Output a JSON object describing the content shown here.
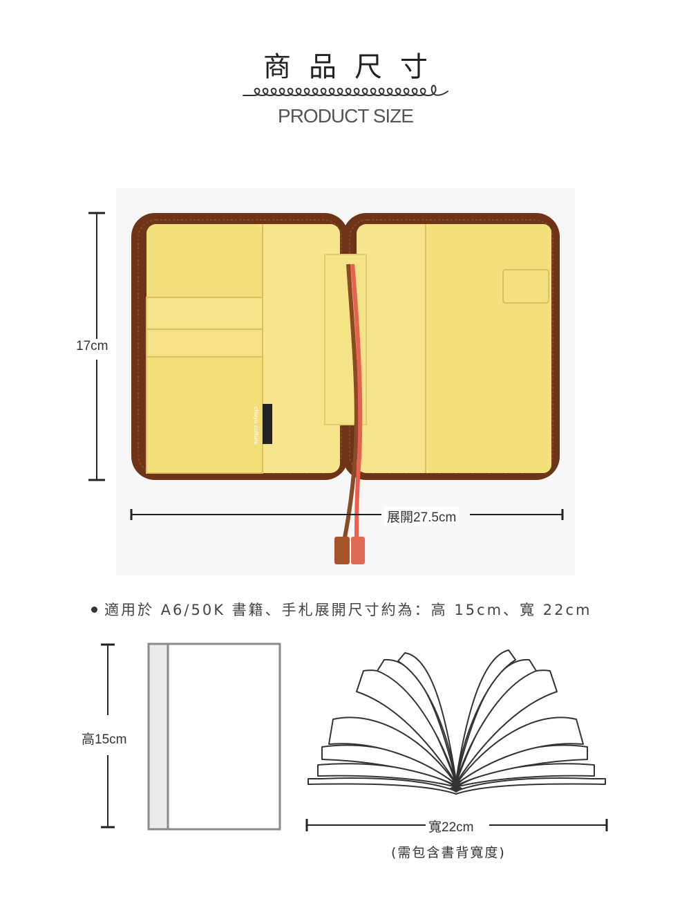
{
  "header": {
    "title_zh": "商品尺寸",
    "title_en": "PRODUCT SIZE"
  },
  "photo": {
    "label_tag": "chuyu culture",
    "dim_height": "17cm",
    "dim_width": "展開27.5cm",
    "colors": {
      "zipper_border": "#6e3418",
      "lining": "#f6e58c",
      "ribbon": "#e8614f",
      "ribbon_tab": "#a7532a"
    }
  },
  "note": {
    "text": "適用於 A6/50K 書籍、手札展開尺寸約為：高 15cm、寬 22cm"
  },
  "book_diagram": {
    "height_label": "高15cm",
    "width_label": "寬22cm",
    "width_sub": "(需包含書背寬度)"
  }
}
